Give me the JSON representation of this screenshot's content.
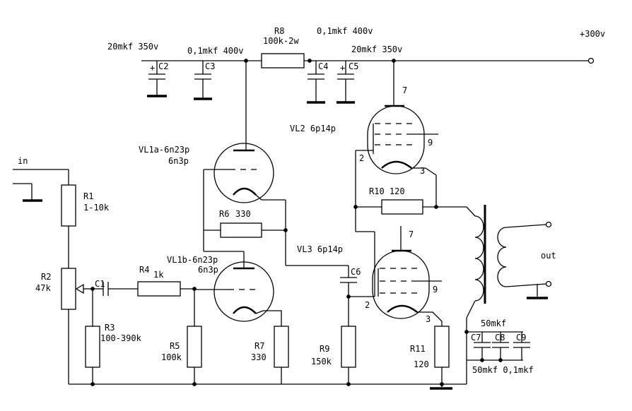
{
  "labels": {
    "v300": "+300v",
    "in": "in",
    "out": "out",
    "r8_name": "R8",
    "r8_val": "100k-2w",
    "c2_spec": "20mkf 350v",
    "c3_spec": "0,1mkf 400v",
    "c4_spec": "0,1mkf 400v",
    "c5_spec": "20mkf 350v",
    "c2": "C2",
    "c3": "C3",
    "c4": "C4",
    "c5": "C5",
    "c6": "C6",
    "c1": "C1",
    "c7": "C7",
    "c8": "C8",
    "c9": "C9",
    "c789_spec_top": "50mkf",
    "c789_spec_bottom": "50mkf 0,1mkf",
    "vl2": "VL2 6p14p",
    "vl3": "VL3 6p14p",
    "vl1a_line1": "VL1a-6n23p",
    "vl1a_line2": "6n3p",
    "vl1b_line1": "VL1b-6n23p",
    "vl1b_line2": "6n3p",
    "r1_name": "R1",
    "r1_val": "1-10k",
    "r2_name": "R2",
    "r2_val": "47k",
    "r3_name": "R3",
    "r3_val": "100-390k",
    "r4_name": "R4",
    "r4_val": "1k",
    "r5_name": "R5",
    "r5_val": "100k",
    "r6_name": "R6",
    "r6_val": "330",
    "r7_name": "R7",
    "r7_val": "330",
    "r9_name": "R9",
    "r9_val": "150k",
    "r10": "R10 120",
    "r11_name": "R11",
    "r11_val": "120",
    "pin7_vl2": "7",
    "pin9_vl2": "9",
    "pin2_vl2": "2",
    "pin3_vl2": "3",
    "pin7_vl3": "7",
    "pin9_vl3": "9",
    "pin2_vl3": "2",
    "pin3_vl3": "3",
    "plus_c2": "+",
    "plus_c5": "+"
  }
}
